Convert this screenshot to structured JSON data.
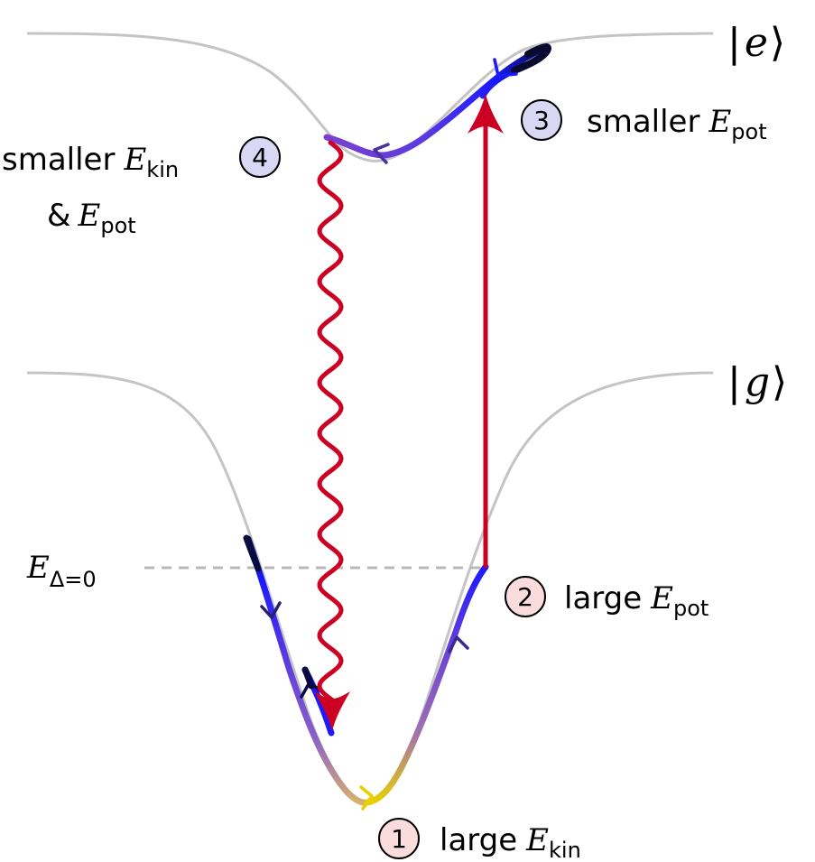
{
  "states": {
    "excited": {
      "bra": "|",
      "symbol": "e",
      "ket": "⟩"
    },
    "ground": {
      "bra": "|",
      "symbol": "g",
      "ket": "⟩"
    }
  },
  "energy_level": {
    "symbol": "E",
    "subscript": "Δ=0"
  },
  "labels": {
    "step1": {
      "number": "1",
      "text": "large",
      "symbol": "E",
      "subscript": "kin"
    },
    "step2": {
      "number": "2",
      "text": "large",
      "symbol": "E",
      "subscript": "pot"
    },
    "step3": {
      "number": "3",
      "text": "smaller",
      "symbol": "E",
      "subscript": "pot"
    },
    "step4": {
      "number": "4",
      "text": "smaller",
      "symbol": "E",
      "subscript": "kin",
      "line2_prefix": "&",
      "line2_symbol": "E",
      "line2_subscript": "pot"
    }
  },
  "colors": {
    "potential_curve": "#c4c4c4",
    "transition": "#cc0022",
    "dashed_level": "#b8b8b8",
    "path_blue": "#1a1aff",
    "path_purple": "#7a40d0",
    "path_yellow": "#e8d000",
    "circle_red_fill": "#fadcdc",
    "circle_blue_fill": "#d8d8f4"
  }
}
